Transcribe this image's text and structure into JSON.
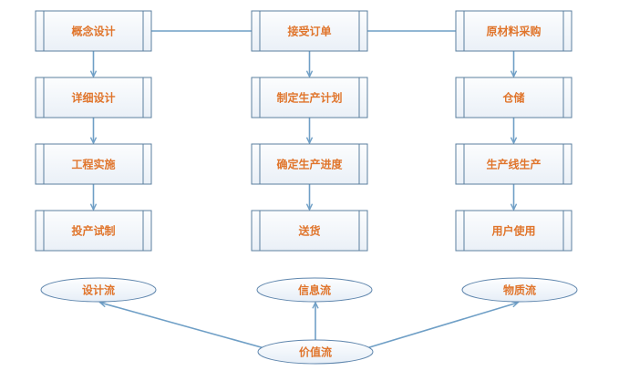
{
  "columns": [
    {
      "steps": [
        "概念设计",
        "详细设计",
        "工程实施",
        "投产试制"
      ],
      "flow": "设计流"
    },
    {
      "steps": [
        "接受订单",
        "制定生产计划",
        "确定生产进度",
        "送货"
      ],
      "flow": "信息流"
    },
    {
      "steps": [
        "原材料采购",
        "仓储",
        "生产线生产",
        "用户使用"
      ],
      "flow": "物质流"
    }
  ],
  "value_flow": "价值流",
  "colors": {
    "label": "#e0752c",
    "border": "#5b7f9f",
    "connector": "#6f9fc6"
  }
}
